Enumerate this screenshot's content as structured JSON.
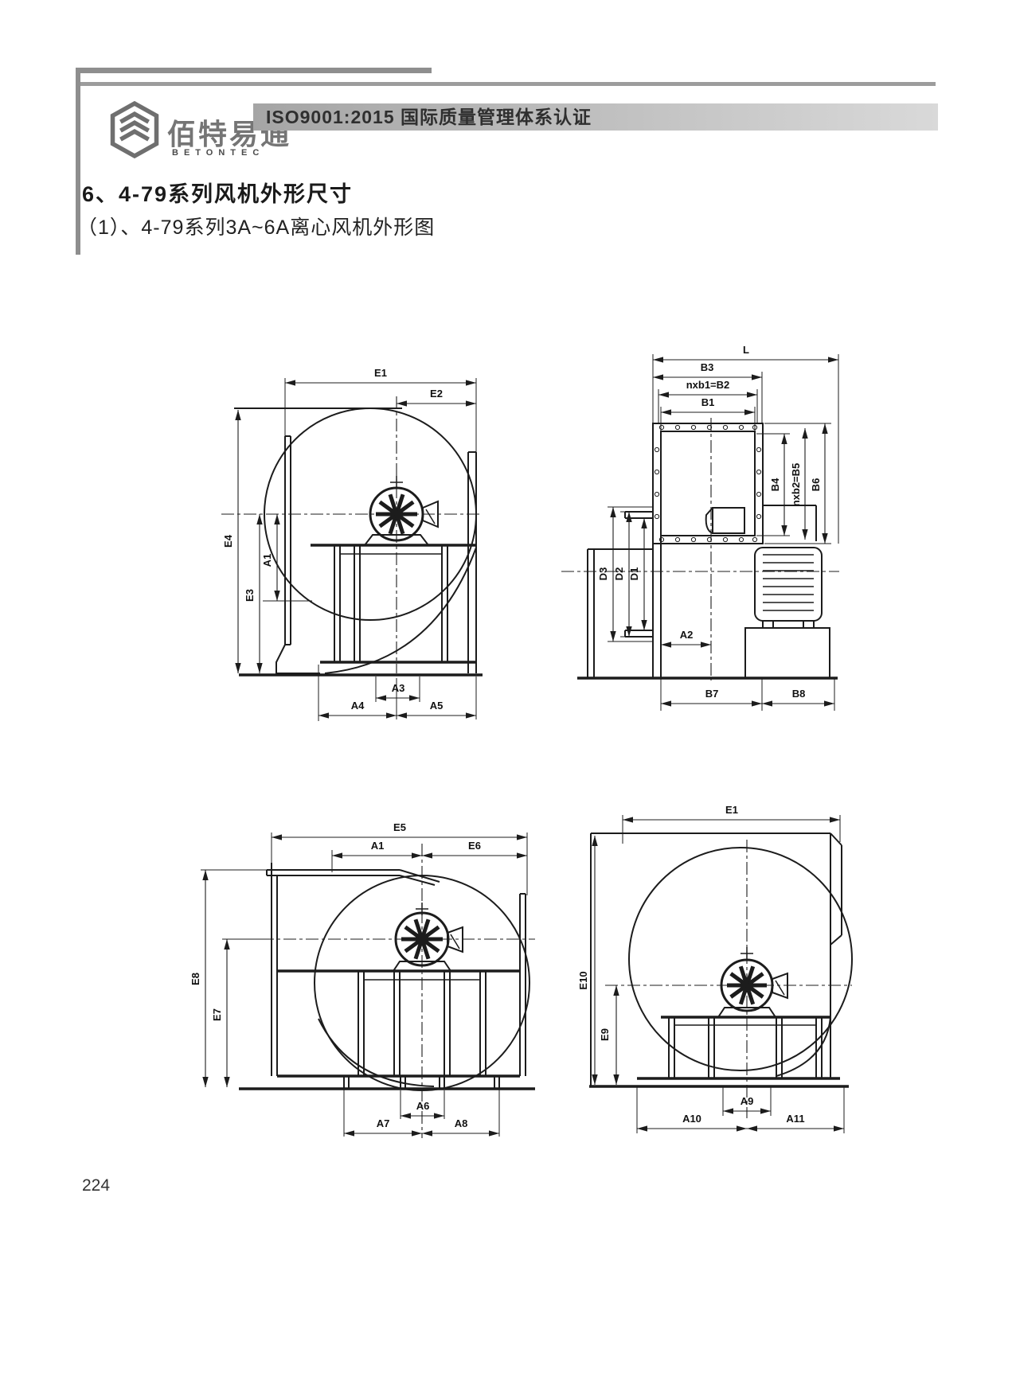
{
  "header": {
    "logo": {
      "brand_cn": "佰特易通",
      "brand_en": "BETONTEC"
    },
    "banner_text": "ISO9001:2015 国际质量管理体系认证"
  },
  "headings": {
    "section_title": "6、4-79系列风机外形尺寸",
    "subsection_title": "（1）、4-79系列3A~6A离心风机外形图"
  },
  "figures": {
    "fig1": {
      "labels": {
        "E1": "E1",
        "E2": "E2",
        "E4": "E4",
        "E3": "E3",
        "A1": "A1",
        "A3": "A3",
        "A4": "A4",
        "A5": "A5"
      }
    },
    "fig2": {
      "labels": {
        "L": "L",
        "B3": "B3",
        "B2": "nxb1=B2",
        "B1": "B1",
        "B4": "B4",
        "B5": "nxb2=B5",
        "B6": "B6",
        "D3": "D3",
        "D2": "D2",
        "D1": "D1",
        "A2": "A2",
        "B7": "B7",
        "B8": "B8"
      }
    },
    "fig3": {
      "labels": {
        "E5": "E5",
        "A1": "A1",
        "E6": "E6",
        "E8": "E8",
        "E7": "E7",
        "A6": "A6",
        "A7": "A7",
        "A8": "A8"
      }
    },
    "fig4": {
      "labels": {
        "E1": "E1",
        "E10": "E10",
        "E9": "E9",
        "A9": "A9",
        "A10": "A10",
        "A11": "A11"
      }
    }
  },
  "footer": {
    "page_number": "224"
  },
  "colors": {
    "ink": "#1c1c1c",
    "header_gray": "#8e8e8e",
    "banner_text_color": "#2f2f2f"
  }
}
